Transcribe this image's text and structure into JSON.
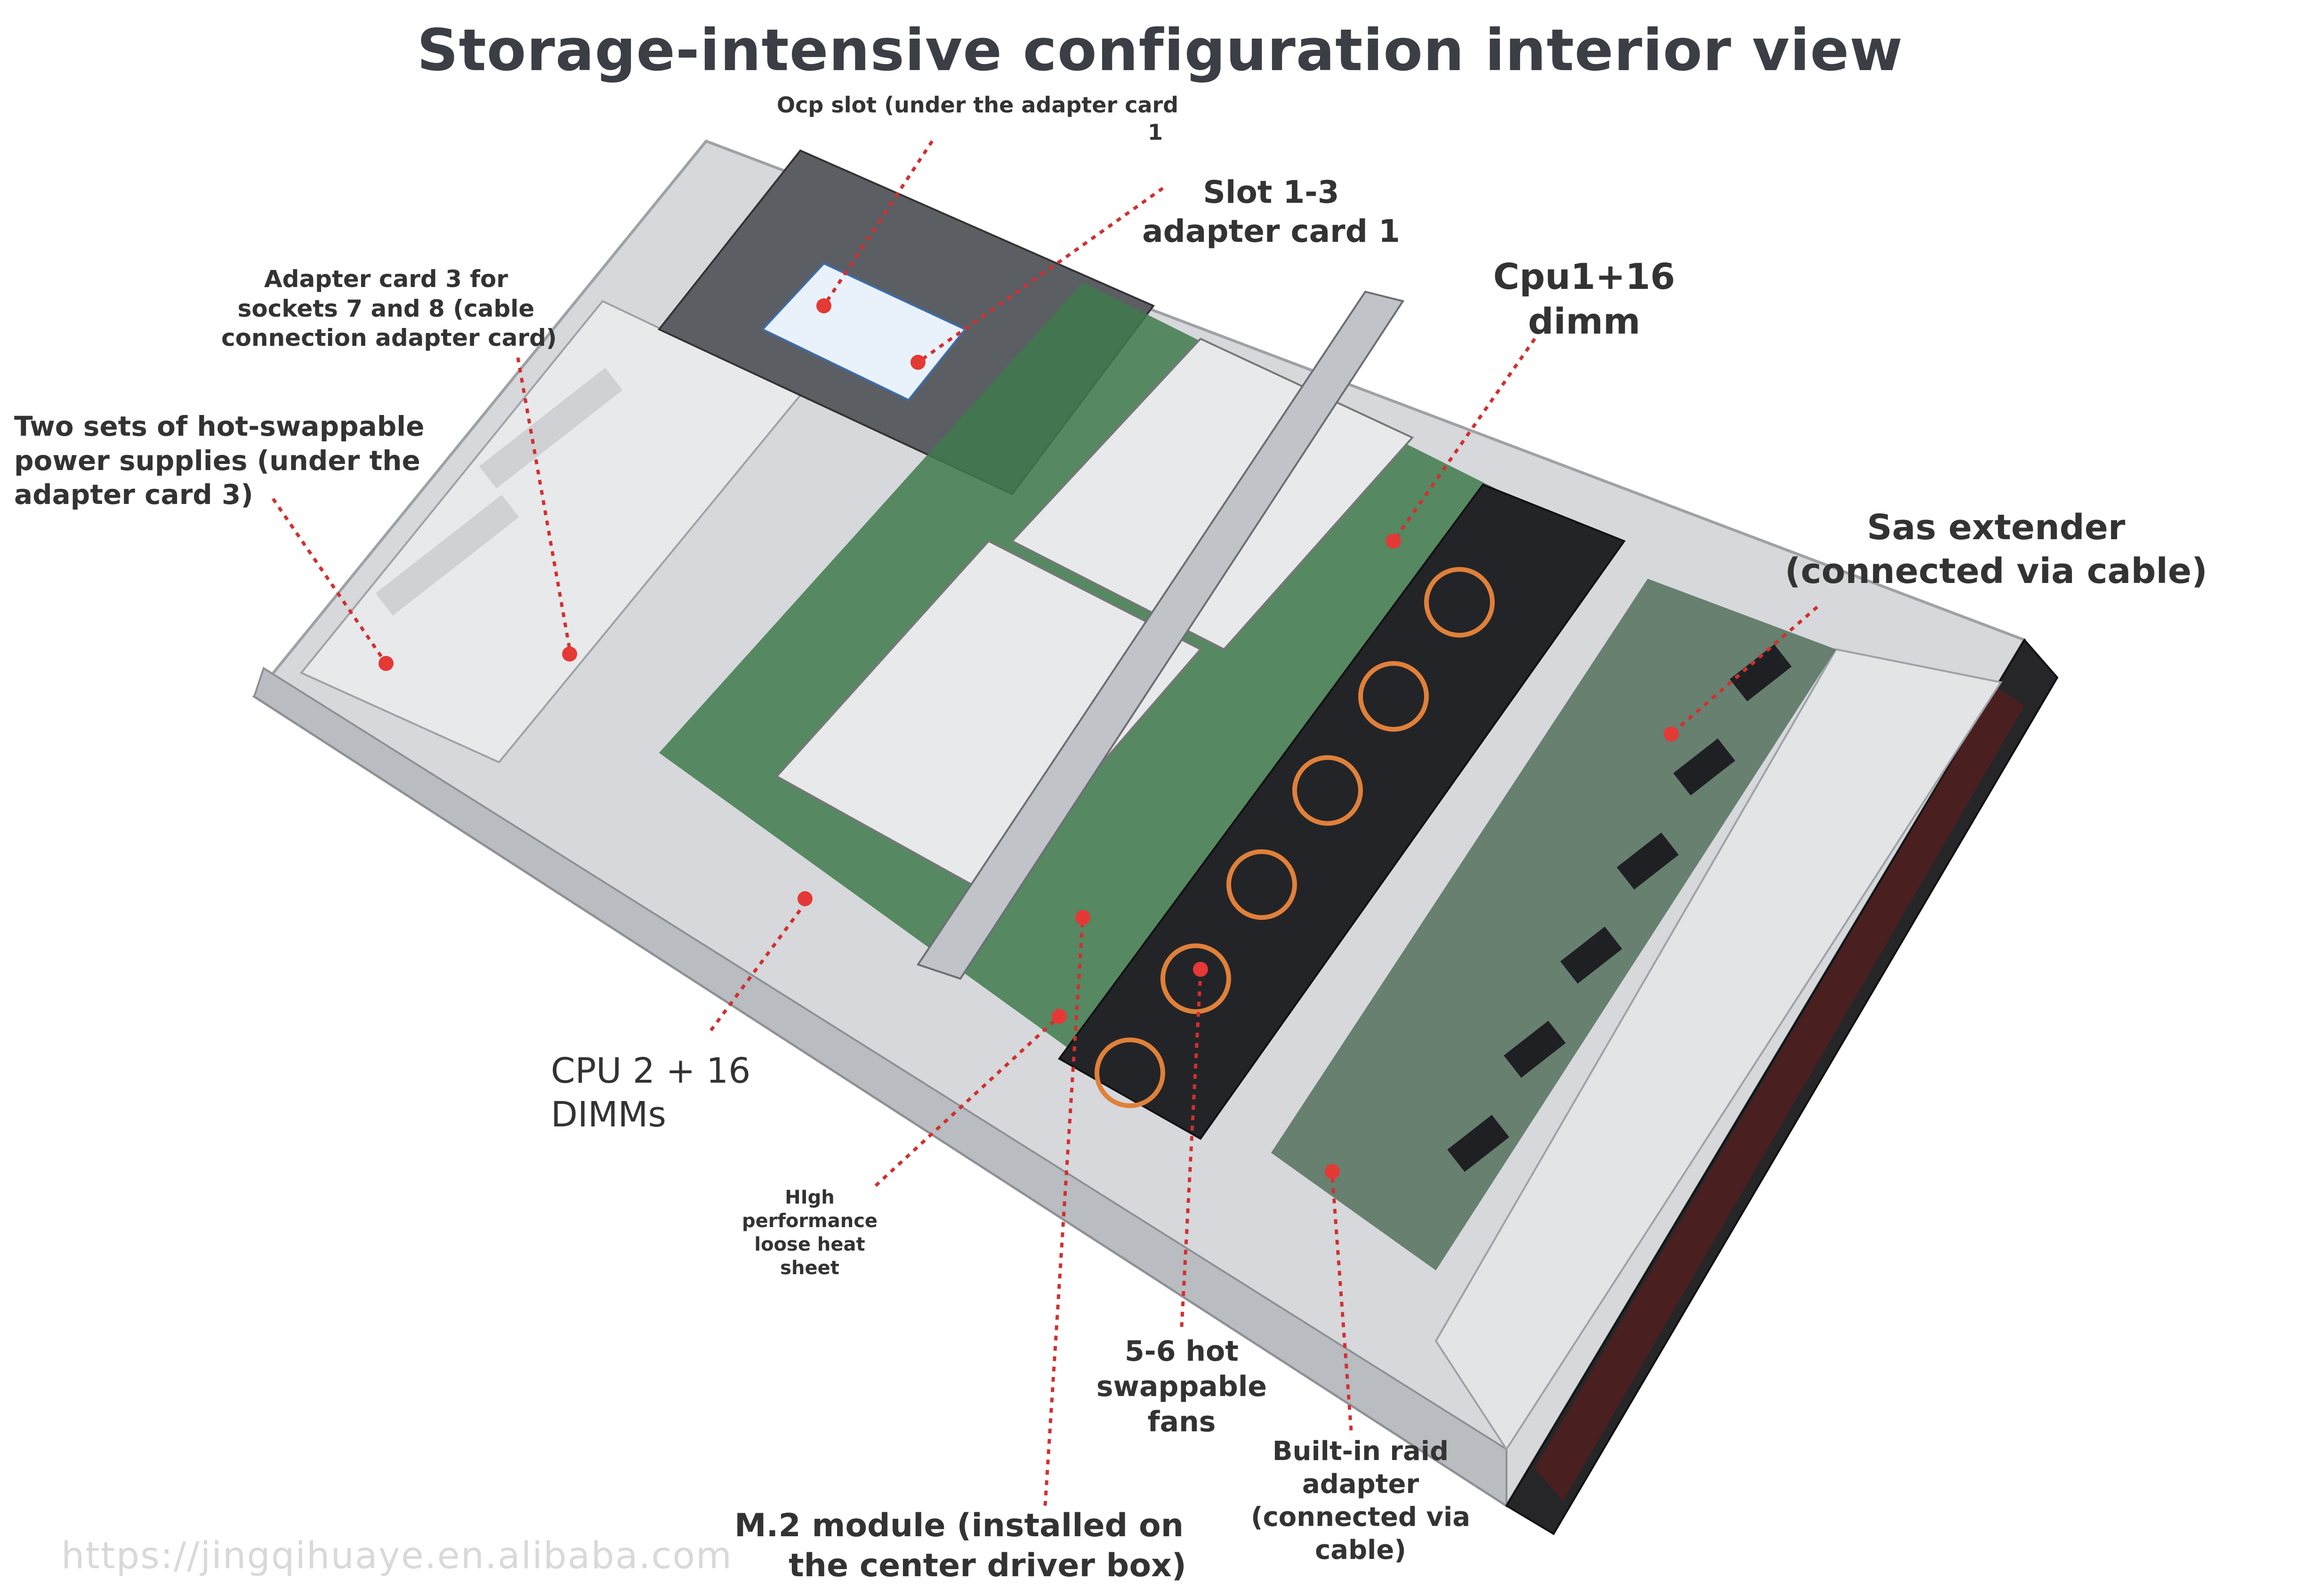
{
  "title": "Storage-intensive configuration interior view",
  "watermark": "https://jingqihuaye.en.alibaba.com",
  "colors": {
    "callout": "#d32f2f",
    "title": "#3b3e44",
    "text": "#333333",
    "chassis": "#c9ccd0",
    "dark": "#2b2d31",
    "pcb": "#3f7a4c"
  },
  "callouts": {
    "ocp_slot": [
      "Ocp slot (under the adapter card",
      "1"
    ],
    "slot_1_3": [
      "Slot 1-3",
      "adapter card 1"
    ],
    "cpu1": [
      "Cpu1+16",
      "dimm"
    ],
    "adapter_card_3": [
      "Adapter card 3 for",
      "sockets 7 and 8 (cable",
      "connection adapter card)"
    ],
    "power_supplies": [
      "Two sets of hot-swappable",
      "power supplies (under the",
      "adapter card 3)"
    ],
    "sas_extender": [
      "Sas extender",
      "(connected via cable)"
    ],
    "cpu2": [
      "CPU 2 + 16",
      "DIMMs"
    ],
    "heat_sheet": [
      "HIgh",
      "performance",
      "loose heat",
      "sheet"
    ],
    "fans": [
      "5-6 hot",
      "swappable",
      "fans"
    ],
    "raid": [
      "Built-in raid",
      "adapter",
      "(connected via",
      "cable)"
    ],
    "m2": [
      "M.2 module (installed on",
      "the center driver box)"
    ]
  }
}
